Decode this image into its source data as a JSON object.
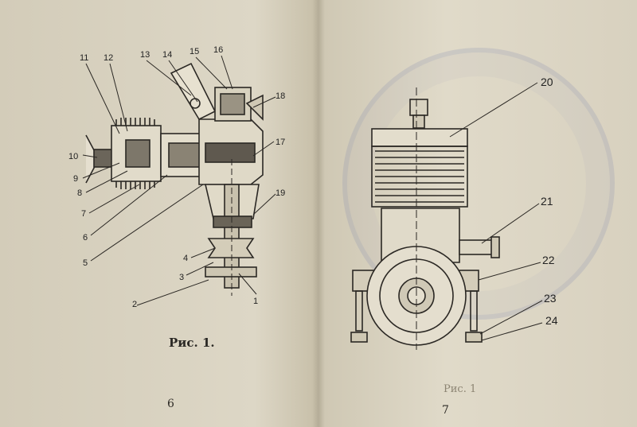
{
  "left_page": {
    "caption": "Рис. 1.",
    "page_number": "6",
    "callouts": [
      "1",
      "2",
      "3",
      "4",
      "5",
      "6",
      "7",
      "8",
      "9",
      "10",
      "11",
      "12",
      "13",
      "14",
      "15",
      "16",
      "17",
      "18",
      "19"
    ]
  },
  "right_page": {
    "caption": "Рис. 1",
    "page_number": "7",
    "callouts": [
      "20",
      "21",
      "22",
      "23",
      "24"
    ]
  },
  "colors": {
    "ink": "#2a2824",
    "paper": "#ddd7c6",
    "stamp": "#6e78aa"
  }
}
